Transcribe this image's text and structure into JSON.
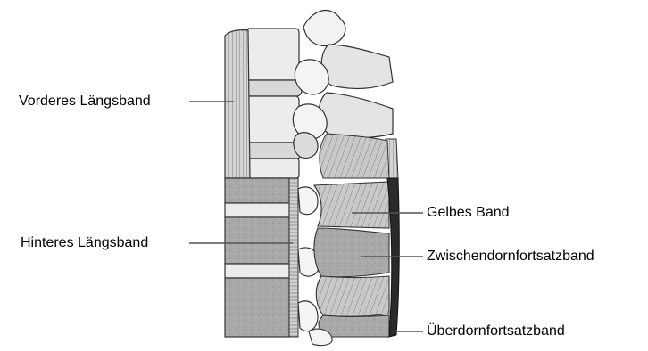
{
  "diagram": {
    "labels": {
      "anterior_longitudinal": "Vorderes Längsband",
      "posterior_longitudinal": "Hinteres Längsband",
      "ligamentum_flavum": "Gelbes Band",
      "interspinous": "Zwischendornfortsatzband",
      "supraspinous": "Überdornfortsatzband"
    },
    "colors": {
      "bone": "#e6e6e6",
      "bone_light": "#f2f2f2",
      "ligament": "#c8c8c8",
      "cut_section": "#b4b4b4",
      "outline": "#333333",
      "leader": "#555555"
    }
  }
}
